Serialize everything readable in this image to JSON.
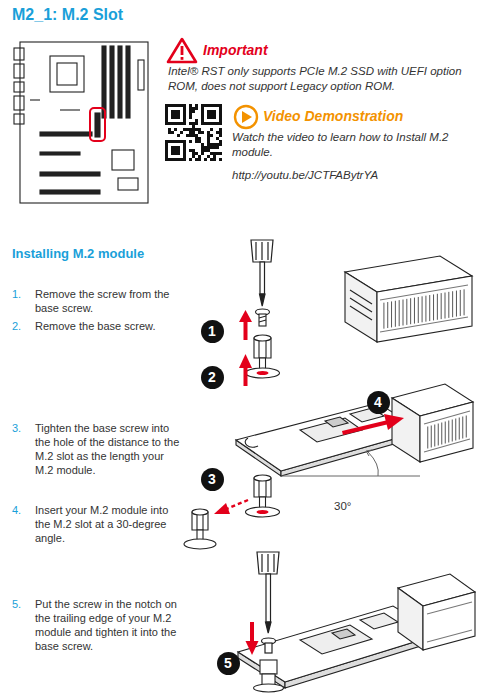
{
  "diagram": {
    "title": "M2_1: M.2 Slot",
    "nodes": [
      {
        "text": [
          "1"
        ]
      },
      {
        "text": [
          "2"
        ]
      },
      {
        "text": [
          "4"
        ]
      },
      {
        "text": [
          "3"
        ]
      },
      {
        "text": [
          "5"
        ]
      }
    ],
    "labels": [
      "Important",
      "Intel® RST only supports PCIe M.2 SSD with UEFI option ROM, does not support Legacy option ROM.",
      "Video Demonstration",
      "Watch the video to learn how to Install M.2 module.",
      "http://youtu.be/JCTFABytrYA",
      "Installing M.2 module",
      "1.",
      "Remove the screw from the base screw.",
      "2.",
      "Remove the base screw.",
      "3.",
      "Tighten the base screw into the hole of the distance to the M.2 slot as the length your M.2 module.",
      "4.",
      "Insert your M.2 module into the M.2 slot at a 30-degree angle.",
      "5.",
      "Put the screw in the notch on the trailing edge of your M.2 module and tighten it into the base screw.",
      "30°"
    ]
  }
}
